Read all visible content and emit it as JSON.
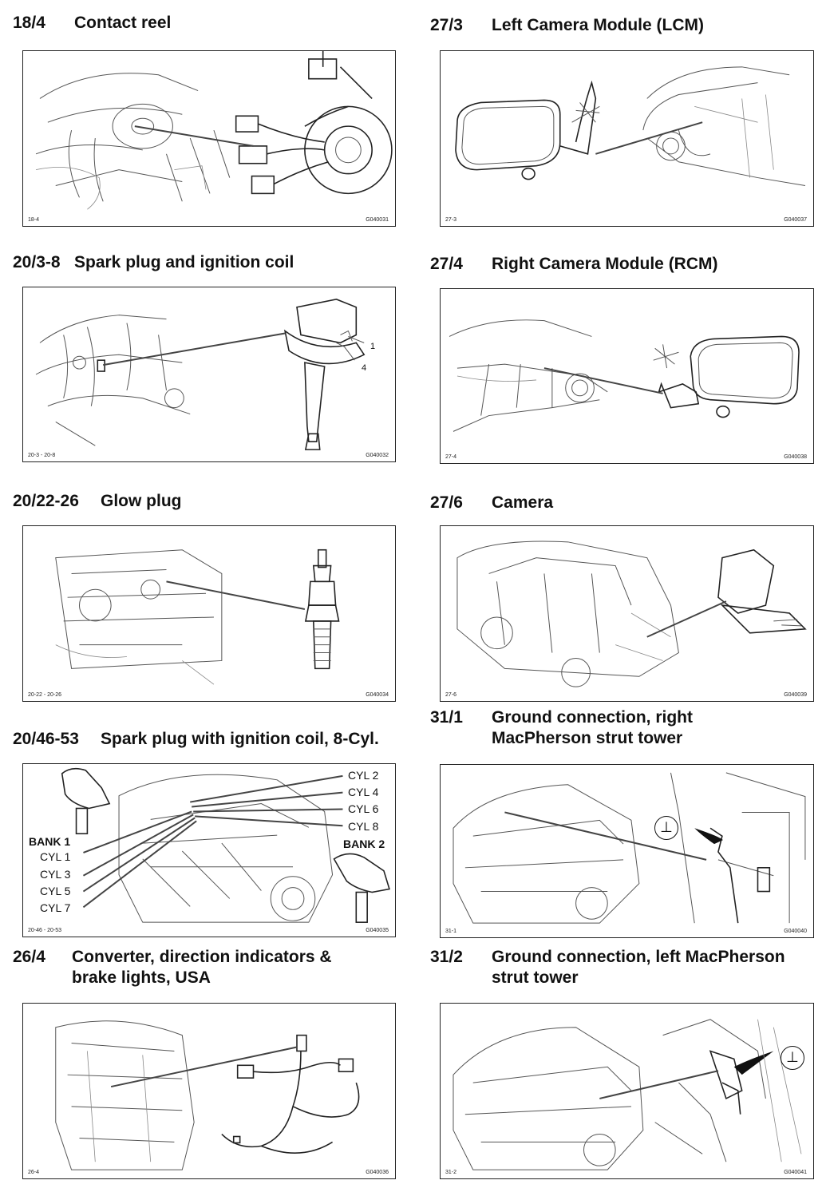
{
  "sections": [
    {
      "code": "18/4",
      "title": "Contact reel",
      "ref": "18-4",
      "fig": "G040031"
    },
    {
      "code": "27/3",
      "title": "Left Camera Module (LCM)",
      "ref": "27-3",
      "fig": "G040037"
    },
    {
      "code": "20/3-8",
      "title": "Spark plug and ignition coil",
      "ref": "20-3 - 20-8",
      "fig": "G040032",
      "labels": [
        "1",
        "4"
      ]
    },
    {
      "code": "27/4",
      "title": "Right Camera Module (RCM)",
      "ref": "27-4",
      "fig": "G040038"
    },
    {
      "code": "20/22-26",
      "title": "Glow plug",
      "ref": "20-22 - 20-26",
      "fig": "G040034"
    },
    {
      "code": "27/6",
      "title": "Camera",
      "ref": "27-6",
      "fig": "G040039"
    },
    {
      "code": "20/46-53",
      "title": "Spark plug with ignition coil, 8-Cyl.",
      "ref": "20-46 - 20-53",
      "fig": "G040035",
      "labels": {
        "bank1": "BANK 1",
        "bank2": "BANK 2",
        "cyl1": "CYL 1",
        "cyl3": "CYL 3",
        "cyl5": "CYL 5",
        "cyl7": "CYL 7",
        "cyl2": "CYL 2",
        "cyl4": "CYL 4",
        "cyl6": "CYL 6",
        "cyl8": "CYL 8"
      }
    },
    {
      "code": "31/1",
      "title_line1": "Ground connection, right",
      "title_line2": "MacPherson strut tower",
      "ref": "31-1",
      "fig": "G040040"
    },
    {
      "code": "26/4",
      "title_line1": "Converter, direction indicators &",
      "title_line2": "brake lights, USA",
      "ref": "26-4",
      "fig": "G040036"
    },
    {
      "code": "31/2",
      "title_line1": "Ground connection, left MacPherson",
      "title_line2": "strut tower",
      "ref": "31-2",
      "fig": "G040041"
    }
  ],
  "icons": [
    "ground-symbol-icon"
  ]
}
